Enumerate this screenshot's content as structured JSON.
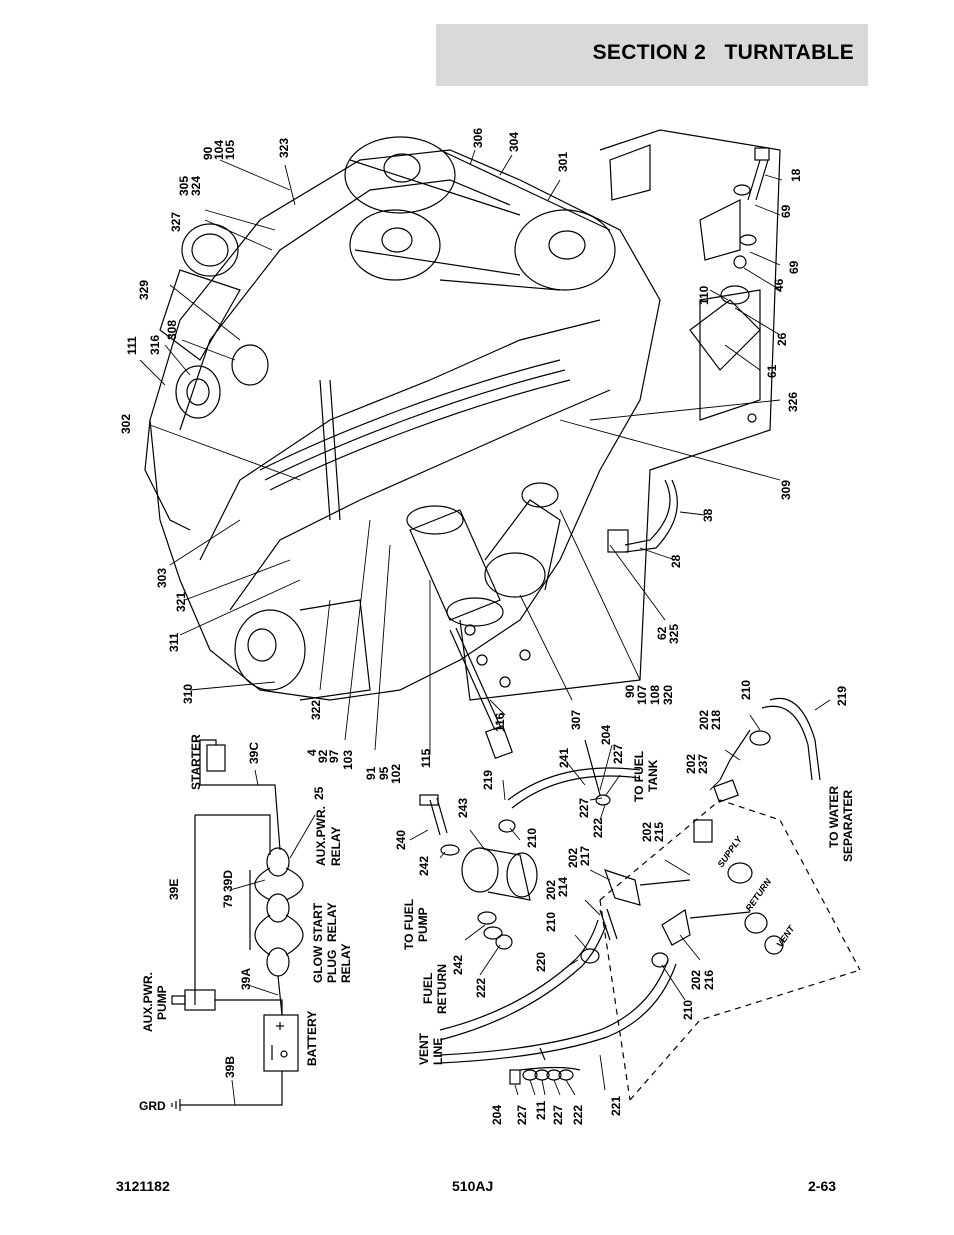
{
  "header": {
    "section": "SECTION 2   TURNTABLE"
  },
  "footer": {
    "doc_number": "3121182",
    "model": "510AJ",
    "page": "2-63"
  },
  "callouts": {
    "c306": "306",
    "c304": "304",
    "c301": "301",
    "c90a": "90",
    "c104": "104",
    "c105": "105",
    "c323": "323",
    "c305": "305",
    "c324": "324",
    "c327": "327",
    "c18": "18",
    "c69a": "69",
    "c69b": "69",
    "c46": "46",
    "c110": "110",
    "c26": "26",
    "c61": "61",
    "c326": "326",
    "c329": "329",
    "c111": "111",
    "c316": "316",
    "c308": "308",
    "c302": "302",
    "c309": "309",
    "c38": "38",
    "c28": "28",
    "c62": "62",
    "c325": "325",
    "c303": "303",
    "c321": "321",
    "c311": "311",
    "c310": "310",
    "c322": "322",
    "c4": "4",
    "c92": "92",
    "c97": "97",
    "c103": "103",
    "c91": "91",
    "c95": "95",
    "c102": "102",
    "c115": "115",
    "c116": "116",
    "c307": "307",
    "c90b": "90",
    "c107": "107",
    "c108": "108",
    "c320": "320",
    "c210a": "210",
    "c219a": "219",
    "c202a": "202",
    "c218": "218",
    "c202b": "202",
    "c237": "237",
    "c241": "241",
    "c204a": "204",
    "c227a": "227",
    "c219b": "219",
    "c243": "243",
    "c210b": "210",
    "c227b": "227",
    "c222a": "222",
    "c240": "240",
    "c242a": "242",
    "c202c": "202",
    "c217": "217",
    "c202d": "202",
    "c215": "215",
    "c202e": "202",
    "c214": "214",
    "c210c": "210",
    "c242b": "242",
    "c222b": "222",
    "c220": "220",
    "c202f": "202",
    "c216": "216",
    "c210d": "210",
    "c204b": "204",
    "c227c": "227",
    "c211": "211",
    "c227d": "227",
    "c222c": "222",
    "c221": "221",
    "c39c": "39C",
    "c25": "25",
    "c39e": "39E",
    "c79": "79",
    "c39d": "39D",
    "c39a": "39A",
    "c39b": "39B"
  },
  "labels": {
    "starter": "STARTER",
    "aux_pwr_relay_1": "AUX.PWR.",
    "aux_pwr_relay_2": "RELAY",
    "glow_plug_relay_1": "GLOW",
    "glow_plug_relay_2": "PLUG",
    "glow_plug_relay_3": "RELAY",
    "start_relay_1": "START",
    "start_relay_2": "RELAY",
    "aux_pwr_pump_1": "AUX.PWR.",
    "aux_pwr_pump_2": "PUMP",
    "battery": "BATTERY",
    "grd": "GRD",
    "to_fuel_pump_1": "TO FUEL",
    "to_fuel_pump_2": "PUMP",
    "fuel_return_1": "FUEL",
    "fuel_return_2": "RETURN",
    "vent_line_1": "VENT",
    "vent_line_2": "LINE",
    "to_fuel_tank_1": "TO FUEL",
    "to_fuel_tank_2": "TANK",
    "to_water_sep_1": "TO WATER",
    "to_water_sep_2": "SEPARATER",
    "supply": "SUPPLY",
    "return": "RETURN",
    "vent": "VENT"
  }
}
